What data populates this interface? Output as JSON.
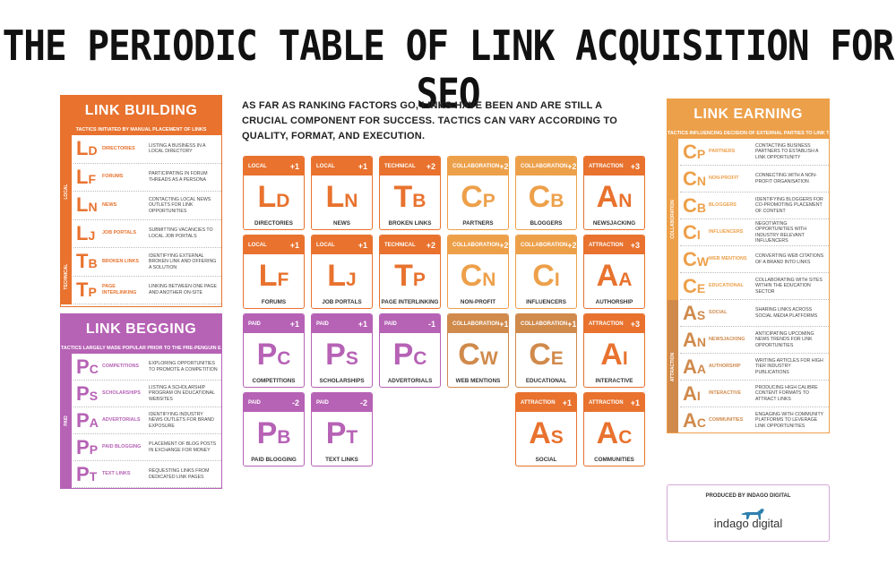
{
  "title": "THE PERIODIC TABLE OF LINK ACQUISITION FOR SEO",
  "intro": "AS FAR AS RANKING FACTORS GO, LINKS HAVE BEEN AND ARE STILL A CRUCIAL COMPONENT FOR SUCCESS. TACTICS CAN VARY ACCORDING TO QUALITY, FORMAT, AND EXECUTION.",
  "colors": {
    "orange": "#e8722e",
    "amber": "#eda04a",
    "purple": "#b662b5",
    "brown": "#d08a4c"
  },
  "link_building": {
    "title": "LINK BUILDING",
    "subtitle": "TACTICS INITIATED BY MANUAL PLACEMENT OF LINKS",
    "groups": [
      "LOCAL",
      "TECHNICAL"
    ],
    "items": [
      {
        "symbol": "L",
        "sub": "D",
        "name": "DIRECTORIES",
        "desc": "LISTING A BUSINESS IN A LOCAL DIRECTORY"
      },
      {
        "symbol": "L",
        "sub": "F",
        "name": "FORUMS",
        "desc": "PARTICIPATING IN FORUM THREADS AS A PERSONA"
      },
      {
        "symbol": "L",
        "sub": "N",
        "name": "NEWS",
        "desc": "CONTACTING LOCAL NEWS OUTLETS FOR LINK OPPORTUNITIES"
      },
      {
        "symbol": "L",
        "sub": "J",
        "name": "JOB PORTALS",
        "desc": "SUBMITTING VACANCIES TO LOCAL JOB PORTALS"
      },
      {
        "symbol": "T",
        "sub": "B",
        "name": "BROKEN LINKS",
        "desc": "IDENTIFYING EXTERNAL BROKEN LINK AND OFFERING A SOLUTION"
      },
      {
        "symbol": "T",
        "sub": "P",
        "name": "PAGE INTERLINKING",
        "desc": "LINKING BETWEEN ONE PAGE AND ANOTHER ON-SITE"
      }
    ]
  },
  "link_begging": {
    "title": "LINK BEGGING",
    "subtitle": "TACTICS LARGELY MADE POPULAR PRIOR TO THE PRE-PENGUIN ERA",
    "groups": [
      "PAID"
    ],
    "items": [
      {
        "symbol": "P",
        "sub": "C",
        "name": "COMPETITIONS",
        "desc": "EXPLORING OPPORTUNITIES TO PROMOTE A COMPETITION"
      },
      {
        "symbol": "P",
        "sub": "S",
        "name": "SCHOLARSHIPS",
        "desc": "LISTING A SCHOLARSHIP PROGRAM ON EDUCATIONAL WEBSITES"
      },
      {
        "symbol": "P",
        "sub": "A",
        "name": "ADVERTORIALS",
        "desc": "IDENTIFYING INDUSTRY NEWS OUTLETS FOR BRAND EXPOSURE"
      },
      {
        "symbol": "P",
        "sub": "P",
        "name": "PAID BLOGGING",
        "desc": "PLACEMENT OF BLOG POSTS IN EXCHANGE FOR MONEY"
      },
      {
        "symbol": "P",
        "sub": "T",
        "name": "TEXT LINKS",
        "desc": "REQUESTING LINKS FROM DEDICATED LINK PAGES"
      }
    ]
  },
  "link_earning": {
    "title": "LINK EARNING",
    "subtitle": "TACTICS INFLUENCING DECISION OF EXTERNAL PARTIES TO LINK TO YOU",
    "groups": [
      "COLLABORATION",
      "ATTRACTION"
    ],
    "items": [
      {
        "symbol": "C",
        "sub": "P",
        "name": "PARTNERS",
        "desc": "CONTACTING BUSINESS PARTNERS TO ESTABLISH A LINK OPPORTUNITY"
      },
      {
        "symbol": "C",
        "sub": "N",
        "name": "NON-PROFIT",
        "desc": "CONNECTING WITH A NON-PROFIT ORGANISATION"
      },
      {
        "symbol": "C",
        "sub": "B",
        "name": "BLOGGERS",
        "desc": "IDENTIFYING BLOGGERS FOR CO-PROMOTING PLACEMENT OF CONTENT"
      },
      {
        "symbol": "C",
        "sub": "I",
        "name": "INFLUENCERS",
        "desc": "NEGOTIATING OPPORTUNITIES WITH INDUSTRY RELEVANT INFLUENCERS"
      },
      {
        "symbol": "C",
        "sub": "W",
        "name": "WEB MENTIONS",
        "desc": "CONVERTING WEB CITATIONS OF A BRAND INTO LINKS"
      },
      {
        "symbol": "C",
        "sub": "E",
        "name": "EDUCATIONAL",
        "desc": "COLLABORATING WITH SITES WITHIN THE EDUCATION SECTOR"
      },
      {
        "symbol": "A",
        "sub": "S",
        "name": "SOCIAL",
        "desc": "SHARING LINKS ACROSS SOCIAL MEDIA PLATFORMS"
      },
      {
        "symbol": "A",
        "sub": "N",
        "name": "NEWSJACKING",
        "desc": "ANTICIPATING UPCOMING NEWS TRENDS FOR LINK OPPORTUNITIES"
      },
      {
        "symbol": "A",
        "sub": "A",
        "name": "AUTHORSHIP",
        "desc": "WRITING ARTICLES FOR HIGH TIER INDUSTRY PUBLICATIONS"
      },
      {
        "symbol": "A",
        "sub": "I",
        "name": "INTERACTIVE",
        "desc": "PRODUCING HIGH CALIBRE CONTENT FORMATS TO ATTRACT LINKS"
      },
      {
        "symbol": "A",
        "sub": "C",
        "name": "COMMUNITIES",
        "desc": "ENGAGING WITH COMMUNITY PLATFORMS TO LEVERAGE LINK OPPORTUNITIES"
      }
    ]
  },
  "tiles": [
    {
      "cat": "LOCAL",
      "score": "+1",
      "symbol": "L",
      "sub": "D",
      "name": "DIRECTORIES"
    },
    {
      "cat": "LOCAL",
      "score": "+1",
      "symbol": "L",
      "sub": "N",
      "name": "NEWS"
    },
    {
      "cat": "TECHNICAL",
      "score": "+2",
      "symbol": "T",
      "sub": "B",
      "name": "BROKEN LINKS"
    },
    {
      "cat": "COLLABORATION",
      "score": "+2",
      "symbol": "C",
      "sub": "P",
      "name": "PARTNERS"
    },
    {
      "cat": "COLLABORATION",
      "score": "+2",
      "symbol": "C",
      "sub": "B",
      "name": "BLOGGERS"
    },
    {
      "cat": "ATTRACTION",
      "score": "+3",
      "symbol": "A",
      "sub": "N",
      "name": "NEWSJACKING"
    },
    {
      "cat": "LOCAL",
      "score": "+1",
      "symbol": "L",
      "sub": "F",
      "name": "FORUMS"
    },
    {
      "cat": "LOCAL",
      "score": "+1",
      "symbol": "L",
      "sub": "J",
      "name": "JOB PORTALS"
    },
    {
      "cat": "TECHNICAL",
      "score": "+2",
      "symbol": "T",
      "sub": "P",
      "name": "PAGE INTERLINKING"
    },
    {
      "cat": "COLLABORATION",
      "score": "+2",
      "symbol": "C",
      "sub": "N",
      "name": "NON-PROFIT"
    },
    {
      "cat": "COLLABORATION",
      "score": "+2",
      "symbol": "C",
      "sub": "I",
      "name": "INFLUENCERS"
    },
    {
      "cat": "ATTRACTION",
      "score": "+3",
      "symbol": "A",
      "sub": "A",
      "name": "AUTHORSHIP"
    },
    {
      "cat": "PAID",
      "score": "+1",
      "symbol": "P",
      "sub": "C",
      "name": "COMPETITIONS"
    },
    {
      "cat": "PAID",
      "score": "+1",
      "symbol": "P",
      "sub": "S",
      "name": "SCHOLARSHIPS"
    },
    {
      "cat": "PAID",
      "score": "-1",
      "symbol": "P",
      "sub": "C",
      "name": "ADVERTORIALS"
    },
    {
      "cat": "COLLABORATION",
      "score": "+1",
      "symbol": "C",
      "sub": "W",
      "name": "WEB MENTIONS"
    },
    {
      "cat": "COLLABORATION",
      "score": "+1",
      "symbol": "C",
      "sub": "E",
      "name": "EDUCATIONAL"
    },
    {
      "cat": "ATTRACTION",
      "score": "+3",
      "symbol": "A",
      "sub": "I",
      "name": "INTERACTIVE"
    },
    {
      "cat": "PAID",
      "score": "-2",
      "symbol": "P",
      "sub": "B",
      "name": "PAID BLOGGING"
    },
    {
      "cat": "PAID",
      "score": "-2",
      "symbol": "P",
      "sub": "T",
      "name": "TEXT LINKS"
    },
    {
      "cat": "ATTRACTION",
      "score": "+1",
      "symbol": "A",
      "sub": "S",
      "name": "SOCIAL"
    },
    {
      "cat": "ATTRACTION",
      "score": "+1",
      "symbol": "A",
      "sub": "C",
      "name": "COMMUNITIES"
    }
  ],
  "footer": {
    "produced_by": "PRODUCED BY INDAGO DIGITAL",
    "brand": "indago digital"
  }
}
